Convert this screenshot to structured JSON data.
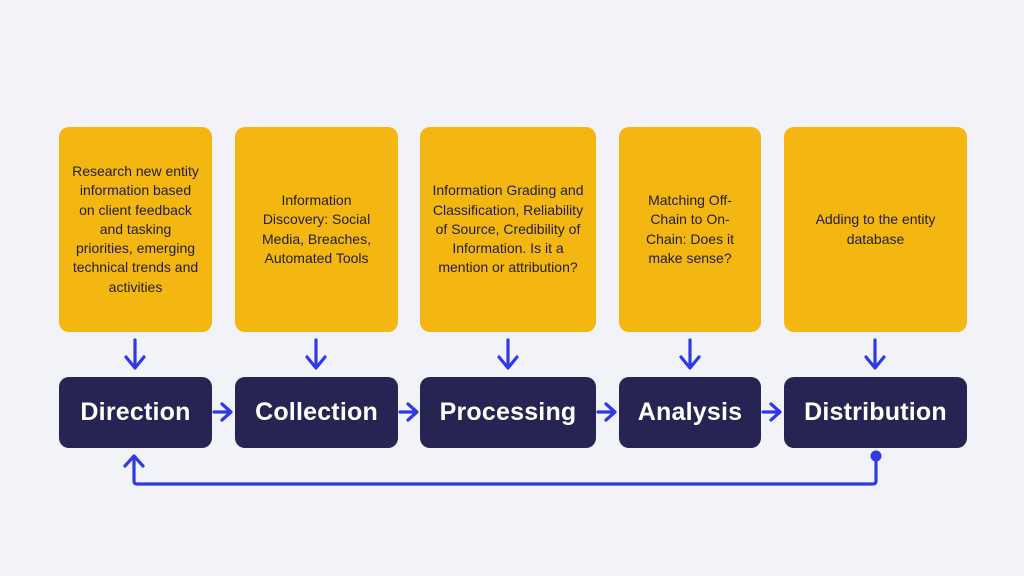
{
  "diagram": {
    "stages": [
      {
        "description": "Research new entity information based on client feedback and tasking priorities, emerging technical trends and activities",
        "label": "Direction"
      },
      {
        "description": "Information Discovery: Social Media, Breaches, Automated Tools",
        "label": "Collection"
      },
      {
        "description": "Information Grading and Classification, Reliability of Source, Credibility of Information. Is it a mention or attribution?",
        "label": "Processing"
      },
      {
        "description": "Matching Off-Chain to On-Chain: Does it make sense?",
        "label": "Analysis"
      },
      {
        "description": "Adding to the entity database",
        "label": "Distribution"
      }
    ],
    "icons": {
      "down_arrow": "down-arrow-icon",
      "right_arrow": "right-arrow-icon",
      "feedback_arrow": "feedback-loop-arrow-icon"
    },
    "colors": {
      "background": "#F2F3F8",
      "card": "#F4B610",
      "card_text": "#201F30",
      "stage": "#262453",
      "stage_text": "#FFFFFF",
      "arrow": "#2F3AE4"
    }
  }
}
